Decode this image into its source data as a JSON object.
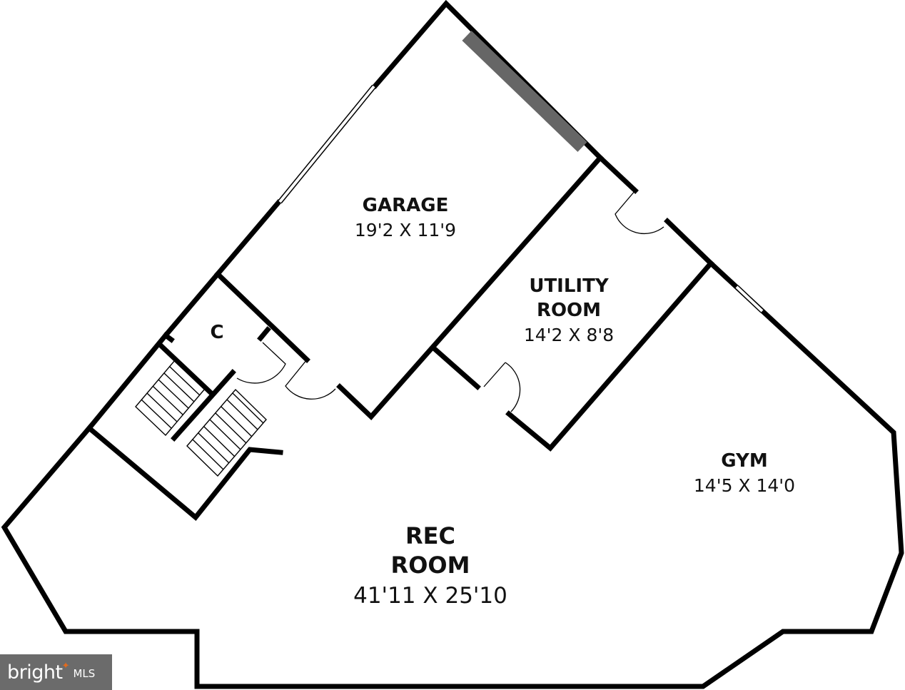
{
  "rooms": {
    "garage": {
      "name": "GARAGE",
      "dims": "19'2 X 11'9"
    },
    "utility": {
      "name_line1": "UTILITY",
      "name_line2": "ROOM",
      "dims": "14'2 X 8'8"
    },
    "closet": {
      "name": "C"
    },
    "gym": {
      "name": "GYM",
      "dims": "14'5 X 14'0"
    },
    "rec": {
      "name_line1": "REC",
      "name_line2": "ROOM",
      "dims": "41'11 X 25'10"
    }
  },
  "watermark": {
    "brand": "bright",
    "star": "✦",
    "suffix": "MLS"
  },
  "colors": {
    "wall": "#000000",
    "garage_door": "#666666",
    "watermark_bg": "#6b6b6b",
    "watermark_accent": "#e36b1d"
  }
}
